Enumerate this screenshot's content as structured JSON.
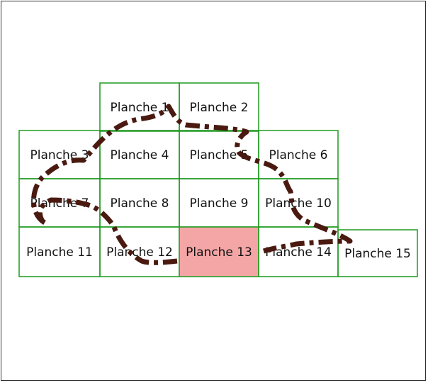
{
  "map": {
    "grid_color": "#1e9a1e",
    "highlight_color": "#f4a6a6",
    "route_color": "#4a1a10",
    "planches": [
      {
        "id": 1,
        "label": "Planche 1",
        "highlighted": false
      },
      {
        "id": 2,
        "label": "Planche 2",
        "highlighted": false
      },
      {
        "id": 3,
        "label": "Planche 3",
        "highlighted": false
      },
      {
        "id": 4,
        "label": "Planche 4",
        "highlighted": false
      },
      {
        "id": 5,
        "label": "Planche 5",
        "highlighted": false
      },
      {
        "id": 6,
        "label": "Planche 6",
        "highlighted": false
      },
      {
        "id": 7,
        "label": "Planche 7",
        "highlighted": false
      },
      {
        "id": 8,
        "label": "Planche 8",
        "highlighted": false
      },
      {
        "id": 9,
        "label": "Planche 9",
        "highlighted": false
      },
      {
        "id": 10,
        "label": "Planche 10",
        "highlighted": false
      },
      {
        "id": 11,
        "label": "Planche 11",
        "highlighted": false
      },
      {
        "id": 12,
        "label": "Planche 12",
        "highlighted": false
      },
      {
        "id": 13,
        "label": "Planche 13",
        "highlighted": true
      },
      {
        "id": 14,
        "label": "Planche 14",
        "highlighted": false
      },
      {
        "id": 15,
        "label": "Planche 15",
        "highlighted": false
      }
    ]
  }
}
